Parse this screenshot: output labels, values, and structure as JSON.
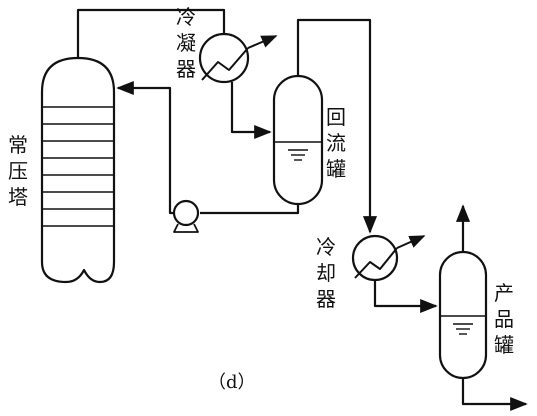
{
  "labels": {
    "column": [
      "常",
      "压",
      "塔"
    ],
    "condenser": [
      "冷",
      "凝",
      "器"
    ],
    "reflux_drum": [
      "回",
      "流",
      "罐"
    ],
    "cooler": [
      "冷",
      "却",
      "器"
    ],
    "product_tank": [
      "产",
      "品",
      "罐"
    ],
    "caption": "（d）"
  },
  "colors": {
    "line": "#111111",
    "background": "#ffffff"
  },
  "icons": [
    "heat-exchanger-icon",
    "pump-icon",
    "flow-arrow-icon"
  ]
}
